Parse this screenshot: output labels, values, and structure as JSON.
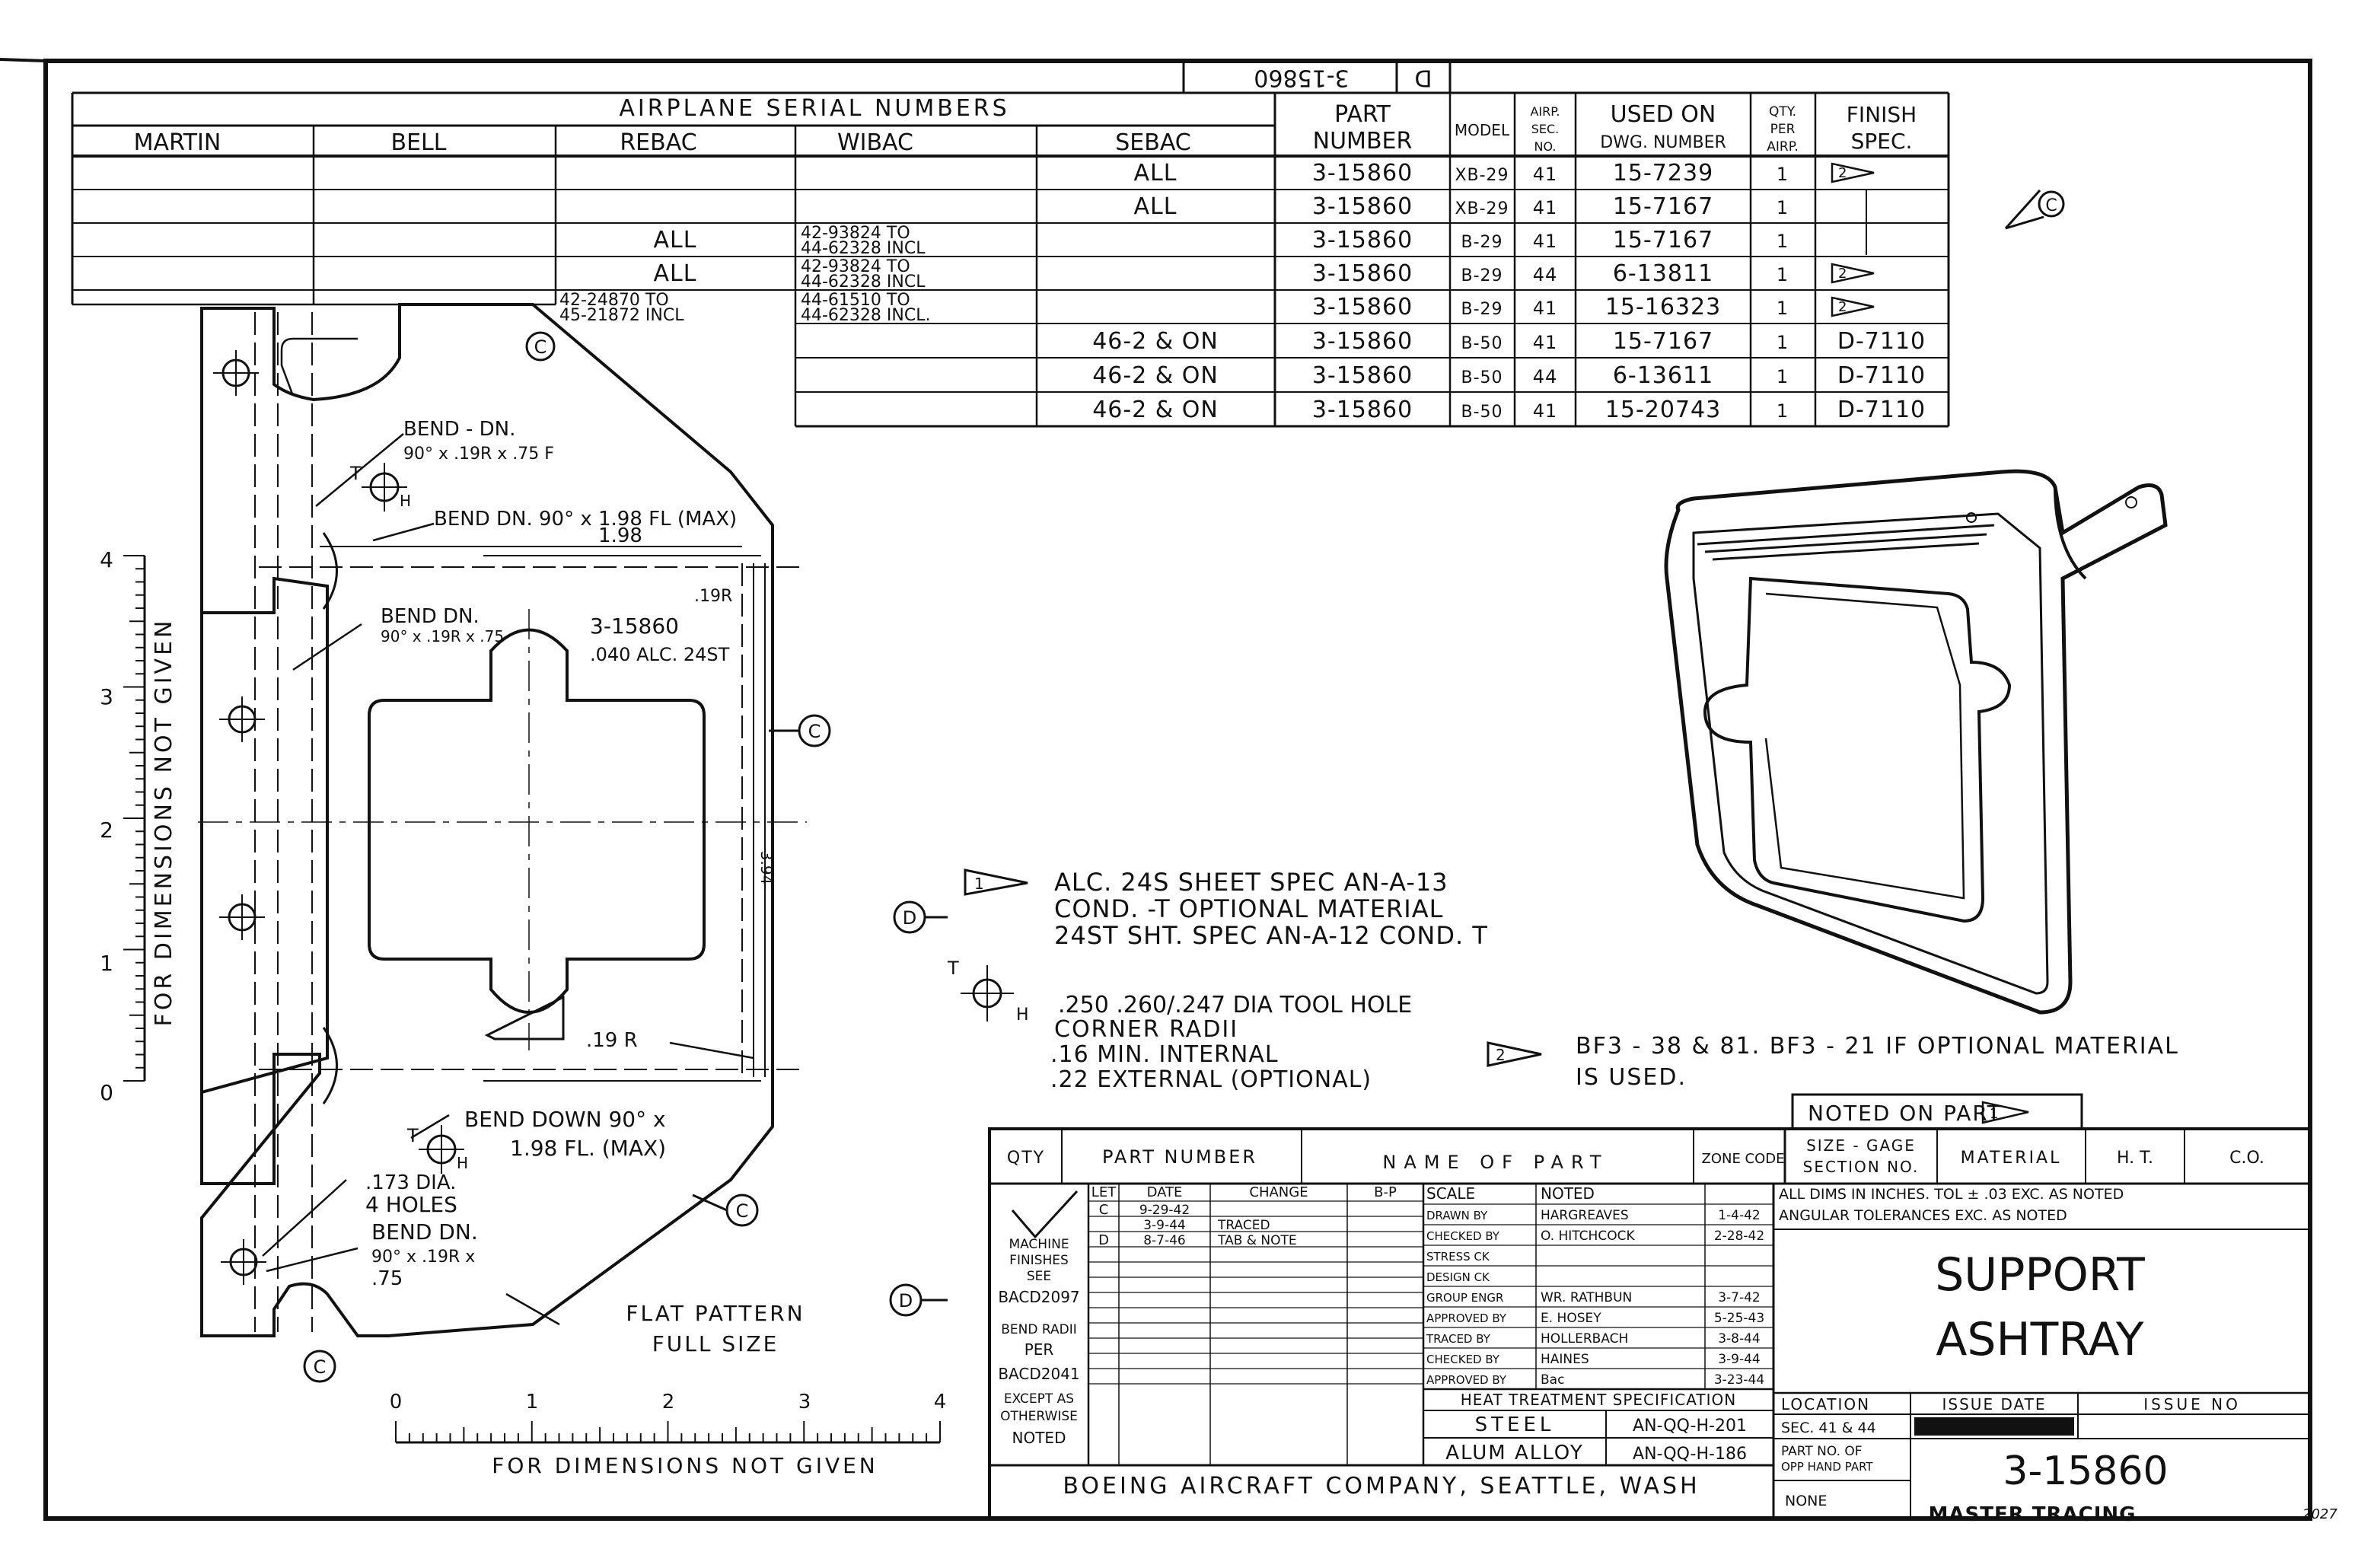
{
  "drawing": {
    "stamp_number": "3-15860",
    "stamp_letter": "D",
    "title_line1": "SUPPORT",
    "title_line2": "ASHTRAY",
    "drawing_number": "3-15860",
    "company": "BOEING AIRCRAFT COMPANY, SEATTLE, WASH",
    "master_tracing": "MASTER TRACING",
    "corner_note": "2027"
  },
  "serial_table": {
    "group_header": "AIRPLANE SERIAL NUMBERS",
    "columns": [
      "MARTIN",
      "BELL",
      "REBAC",
      "WIBAC",
      "SEBAC"
    ],
    "right_headers": {
      "part_number": [
        "PART",
        "NUMBER"
      ],
      "model": "MODEL",
      "airp_sec": [
        "AIRP.",
        "SEC.",
        "NO."
      ],
      "used_on": [
        "USED ON",
        "DWG. NUMBER"
      ],
      "qty": [
        "QTY.",
        "PER",
        "AIRP."
      ],
      "finish": [
        "FINISH",
        "SPEC."
      ]
    },
    "rows": [
      {
        "martin": "",
        "bell": "",
        "rebac": "",
        "wibac": "",
        "sebac": "ALL",
        "part": "3-15860",
        "model": "XB-29",
        "sec": "41",
        "used_on": "15-7239",
        "qty": "1",
        "finish": "2"
      },
      {
        "martin": "",
        "bell": "",
        "rebac": "",
        "wibac": "",
        "sebac": "ALL",
        "part": "3-15860",
        "model": "XB-29",
        "sec": "41",
        "used_on": "15-7167",
        "qty": "1",
        "finish": ""
      },
      {
        "martin": "",
        "bell": "",
        "rebac": "ALL",
        "wibac": "42-93824 TO|44-62328 INCL",
        "sebac": "",
        "part": "3-15860",
        "model": "B-29",
        "sec": "41",
        "used_on": "15-7167",
        "qty": "1",
        "finish": ""
      },
      {
        "martin": "",
        "bell": "",
        "rebac": "ALL",
        "wibac": "42-93824 TO|44-62328 INCL",
        "sebac": "",
        "part": "3-15860",
        "model": "B-29",
        "sec": "44",
        "used_on": "6-13811",
        "qty": "1",
        "finish": "2"
      },
      {
        "martin": "",
        "bell": "",
        "rebac": "42-24870 TO|45-21872 INCL",
        "wibac": "44-61510 TO|44-62328 INCL.",
        "sebac": "",
        "part": "3-15860",
        "model": "B-29",
        "sec": "41",
        "used_on": "15-16323",
        "qty": "1",
        "finish": "2"
      },
      {
        "martin": "",
        "bell": "",
        "rebac": "",
        "wibac": "",
        "sebac": "46-2 & ON",
        "part": "3-15860",
        "model": "B-50",
        "sec": "41",
        "used_on": "15-7167",
        "qty": "1",
        "finish": "D-7110"
      },
      {
        "martin": "",
        "bell": "",
        "rebac": "",
        "wibac": "",
        "sebac": "46-2 & ON",
        "part": "3-15860",
        "model": "B-50",
        "sec": "44",
        "used_on": "6-13611",
        "qty": "1",
        "finish": "D-7110"
      },
      {
        "martin": "",
        "bell": "",
        "rebac": "",
        "wibac": "",
        "sebac": "46-2 & ON",
        "part": "3-15860",
        "model": "B-50",
        "sec": "41",
        "used_on": "15-20743",
        "qty": "1",
        "finish": "D-7110"
      }
    ]
  },
  "flat_pattern": {
    "view_marker": "C",
    "bend_1": [
      "BEND - DN.",
      "90° x .19R x .75 F"
    ],
    "bend_2": "BEND DN. 90° x 1.98 FL (MAX)",
    "dim_198": "1.98",
    "bend_3": [
      "BEND DN.",
      "90° x .19R x .75"
    ],
    "radius_top": ".19R",
    "part_label": "3-15860",
    "material_label": ".040 ALC. 24ST",
    "dim_394": "3.94",
    "radius_bottom": ".19 R",
    "bend_4": [
      "BEND DOWN 90° x",
      "1.98 FL. (MAX)"
    ],
    "holes": [
      ".173 DIA.",
      "4 HOLES"
    ],
    "bend_5": [
      "BEND DN.",
      "90° x .19R x",
      ".75"
    ],
    "flat_pattern_label": [
      "FLAT PATTERN",
      "FULL SIZE"
    ],
    "tool_hole_t": "T",
    "tool_hole_h": "H"
  },
  "scales": {
    "vertical_label": "FOR DIMENSIONS NOT GIVEN",
    "vertical_ticks": [
      "0",
      "1",
      "2",
      "3",
      "4"
    ],
    "horizontal_label": "FOR DIMENSIONS NOT GIVEN",
    "horizontal_ticks": [
      "0",
      "1",
      "2",
      "3",
      "4"
    ]
  },
  "notes": {
    "view_marker_d": "D",
    "note1_flag": "1",
    "note1": [
      "ALC. 24S    SHEET SPEC AN-A-13",
      "COND. -T  OPTIONAL MATERIAL",
      "24ST SHT. SPEC AN-A-12 COND. T"
    ],
    "tool_hole": [
      ".250 .260/.247 DIA TOOL HOLE",
      "CORNER   RADII",
      ".16 MIN. INTERNAL",
      ".22 EXTERNAL  (OPTIONAL)"
    ],
    "note2_flag": "2",
    "note2": [
      "BF3 - 38 & 81.   BF3 - 21  IF OPTIONAL MATERIAL",
      "IS USED."
    ]
  },
  "title_block": {
    "noted_on_part": "NOTED ON PART",
    "noted_flag": "1",
    "qty": "QTY",
    "part_number": "PART   NUMBER",
    "name_of_part": "NAME   OF   PART",
    "zone_code": "ZONE CODE",
    "size_gage": "SIZE - GAGE",
    "section_no": "SECTION  NO.",
    "material": "MATERIAL",
    "ht": "H. T.",
    "co": "C.O.",
    "rev_headers": [
      "LET",
      "DATE",
      "CHANGE",
      "B-P"
    ],
    "revisions": [
      {
        "let": "C",
        "date": "9-29-42",
        "change": ""
      },
      {
        "let": "",
        "date": "3-9-44",
        "change": "TRACED"
      },
      {
        "let": "D",
        "date": "8-7-46",
        "change": "TAB & NOTE"
      }
    ],
    "machine_finishes": [
      "MACHINE",
      "FINISHES",
      "SEE",
      "BACD2097"
    ],
    "bend_radii": [
      "BEND RADII",
      "PER",
      "BACD2041"
    ],
    "except_noted": [
      "EXCEPT AS",
      "OTHERWISE",
      "NOTED"
    ],
    "approvals": [
      {
        "role": "SCALE",
        "name": "NOTED",
        "date": ""
      },
      {
        "role": "DRAWN BY",
        "name": "HARGREAVES",
        "date": "1-4-42"
      },
      {
        "role": "CHECKED BY",
        "name": "O. HITCHCOCK",
        "date": "2-28-42"
      },
      {
        "role": "STRESS CK",
        "name": "",
        "date": ""
      },
      {
        "role": "DESIGN CK",
        "name": "",
        "date": ""
      },
      {
        "role": "GROUP ENGR",
        "name": "WR. RATHBUN",
        "date": "3-7-42"
      },
      {
        "role": "APPROVED BY",
        "name": "E. HOSEY",
        "date": "5-25-43"
      },
      {
        "role": "TRACED BY",
        "name": "HOLLERBACH",
        "date": "3-8-44"
      },
      {
        "role": "CHECKED BY",
        "name": "HAINES",
        "date": "3-9-44"
      },
      {
        "role": "APPROVED BY",
        "name": "Bac",
        "date": "3-23-44"
      }
    ],
    "tolerances": [
      "ALL DIMS IN INCHES. TOL ±  .03    EXC. AS NOTED",
      "ANGULAR TOLERANCES              EXC. AS NOTED"
    ],
    "heat_treatment": "HEAT TREATMENT SPECIFICATION",
    "ht_rows": [
      {
        "material": "STEEL",
        "spec": "AN-QQ-H-201"
      },
      {
        "material": "ALUM ALLOY",
        "spec": "AN-QQ-H-186"
      }
    ],
    "location": "LOCATION",
    "location_value": "SEC. 41 & 44",
    "issue_date": "ISSUE DATE",
    "issue_no": "ISSUE  NO",
    "part_no_opp": [
      "PART NO. OF",
      "OPP HAND PART"
    ],
    "opp_value": "NONE"
  }
}
